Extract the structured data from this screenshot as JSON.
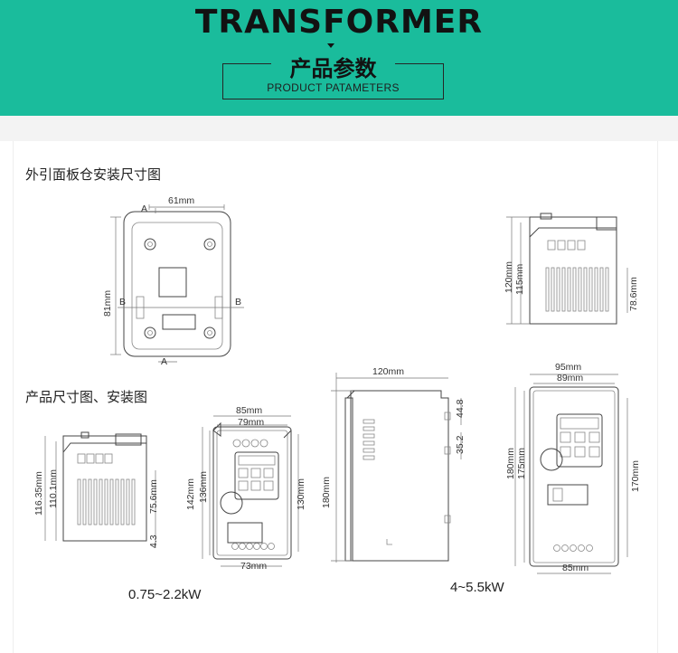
{
  "header": {
    "brand": "TRANSFORMER",
    "title_cn": "产品参数",
    "title_en": "PRODUCT PATAMETERS"
  },
  "colors": {
    "header_bg": "#1abc9c",
    "text": "#222222"
  },
  "sections": {
    "panel_heading": "外引面板仓安装尺寸图",
    "product_heading": "产品尺寸图、安装图"
  },
  "dims": {
    "panel_width": "61mm",
    "panel_height": "81mm",
    "sec_a_top": "A",
    "sec_a_bot": "A",
    "sec_b_left": "B",
    "sec_b_right": "B",
    "big_side_h1": "120mm",
    "big_side_h2": "115mm",
    "big_side_h3": "78.6mm",
    "small_side_h1": "116.35mm",
    "small_side_h2": "110.1mm",
    "small_side_h3": "75.6mm",
    "small_side_h4": "4.3",
    "small_front_w1": "85mm",
    "small_front_w2": "79mm",
    "small_front_w3": "73mm",
    "small_front_h1": "142mm",
    "small_front_h2": "136mm",
    "small_front_h3": "130mm",
    "large_side_w": "120mm",
    "large_side_h": "180mm",
    "large_side_d1": "44.8",
    "large_side_d2": "35.2",
    "large_front_w1": "95mm",
    "large_front_w2": "89mm",
    "large_front_w3": "85mm",
    "large_front_h1": "180mm",
    "large_front_h2": "175mm",
    "large_front_h3": "170mm"
  },
  "labels": {
    "small_range": "0.75~2.2kW",
    "large_range": "4~5.5kW"
  }
}
